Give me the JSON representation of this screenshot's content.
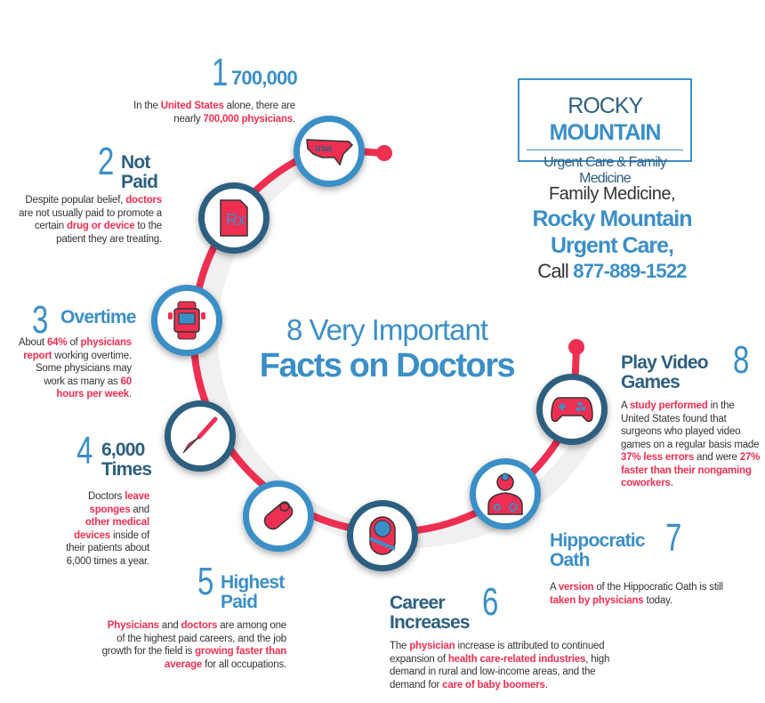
{
  "colors": {
    "accent_red": "#ee2f52",
    "blue": "#3b8fc7",
    "dark_blue": "#2d5f80"
  },
  "title": {
    "line1": "8 Very Important",
    "line2": "Facts on Doctors"
  },
  "logo": {
    "word1": "ROCKY",
    "word2": "MOUNTAIN",
    "tagline": "Urgent Care & Family Medicine"
  },
  "contact": {
    "line1": "Family Medicine,",
    "line2": "Rocky Mountain",
    "line3": "Urgent Care,",
    "call": "Call",
    "phone": "877-889-1522"
  },
  "facts": [
    {
      "number": "1",
      "heading": "700,000",
      "icon": "usa-map-icon",
      "body": [
        {
          "t": "In the "
        },
        {
          "t": "United States",
          "hl": true
        },
        {
          "t": " alone, there are nearly "
        },
        {
          "t": "700,000 physicians",
          "hl": true
        },
        {
          "t": "."
        }
      ]
    },
    {
      "number": "2",
      "heading": "Not Paid",
      "icon": "prescription-icon",
      "body": [
        {
          "t": "Despite popular belief, "
        },
        {
          "t": "doctors",
          "hl": true
        },
        {
          "t": " are not usually paid to promote a certain "
        },
        {
          "t": "drug or device",
          "hl": true
        },
        {
          "t": " to the patient they are treating."
        }
      ]
    },
    {
      "number": "3",
      "heading": "Overtime",
      "icon": "pager-watch-icon",
      "body": [
        {
          "t": "About "
        },
        {
          "t": "64%",
          "hl": true
        },
        {
          "t": " of "
        },
        {
          "t": "physicians report",
          "hl": true
        },
        {
          "t": " working overtime. Some physicians may work as many as "
        },
        {
          "t": "60 hours per week",
          "hl": true
        },
        {
          "t": "."
        }
      ]
    },
    {
      "number": "4",
      "heading": "6,000 Times",
      "icon": "scalpel-icon",
      "body": [
        {
          "t": "Doctors "
        },
        {
          "t": "leave sponges",
          "hl": true
        },
        {
          "t": " and "
        },
        {
          "t": "other medical devices",
          "hl": true
        },
        {
          "t": " inside of their patients about 6,000 times a year."
        }
      ]
    },
    {
      "number": "5",
      "heading": "Highest Paid",
      "icon": "diploma-scroll-icon",
      "body": [
        {
          "t": "Physicians",
          "hl": true
        },
        {
          "t": " and "
        },
        {
          "t": "doctors",
          "hl": true
        },
        {
          "t": " are among one of the highest paid careers, and the job growth for the field is "
        },
        {
          "t": "growing faster than average",
          "hl": true
        },
        {
          "t": " for all occupations."
        }
      ]
    },
    {
      "number": "6",
      "heading": "Career Increases",
      "icon": "baby-icon",
      "body": [
        {
          "t": "The "
        },
        {
          "t": "physician",
          "hl": true
        },
        {
          "t": " increase is attributed to continued expansion of "
        },
        {
          "t": "health care-related industries",
          "hl": true
        },
        {
          "t": ", high demand in rural and low-income areas, and the demand for "
        },
        {
          "t": "care of baby boomers",
          "hl": true
        },
        {
          "t": "."
        }
      ]
    },
    {
      "number": "7",
      "heading": "Hippocratic Oath",
      "icon": "doctor-icon",
      "body": [
        {
          "t": "A "
        },
        {
          "t": "version",
          "hl": true
        },
        {
          "t": " of the Hippocratic Oath is still "
        },
        {
          "t": "taken by physicians",
          "hl": true
        },
        {
          "t": " today."
        }
      ]
    },
    {
      "number": "8",
      "heading": "Play Video Games",
      "icon": "gamepad-icon",
      "body": [
        {
          "t": "A "
        },
        {
          "t": "study performed",
          "hl": true
        },
        {
          "t": " in the United States found that surgeons who played video games on a regular basis made "
        },
        {
          "t": "37% less errors",
          "hl": true
        },
        {
          "t": " and were "
        },
        {
          "t": "27% faster than their nongaming coworkers",
          "hl": true
        },
        {
          "t": "."
        }
      ]
    }
  ]
}
